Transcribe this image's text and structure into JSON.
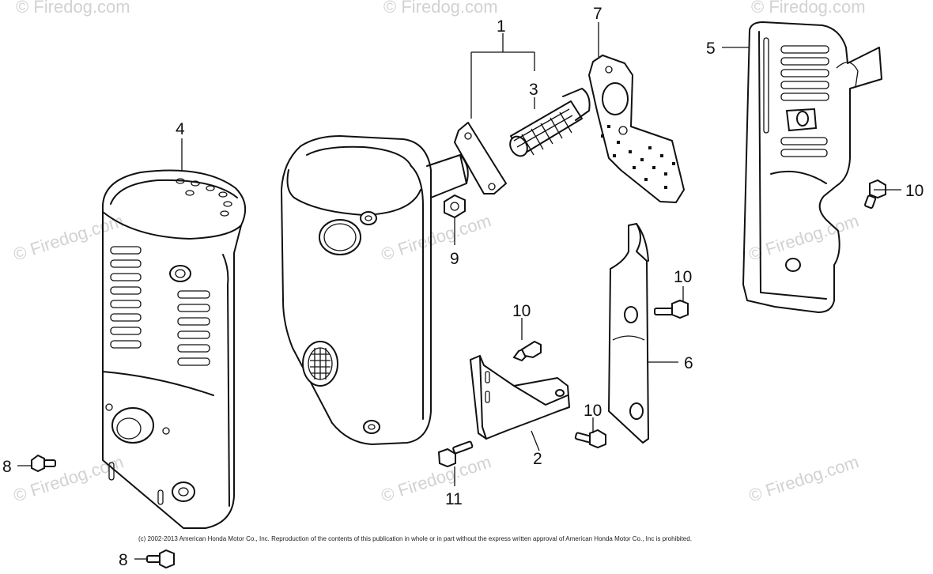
{
  "diagram": {
    "callouts": [
      {
        "id": "1",
        "label": "1"
      },
      {
        "id": "2",
        "label": "2"
      },
      {
        "id": "3",
        "label": "3"
      },
      {
        "id": "4",
        "label": "4"
      },
      {
        "id": "5",
        "label": "5"
      },
      {
        "id": "6",
        "label": "6"
      },
      {
        "id": "7",
        "label": "7"
      },
      {
        "id": "8a",
        "label": "8"
      },
      {
        "id": "8b",
        "label": "8"
      },
      {
        "id": "9",
        "label": "9"
      },
      {
        "id": "10a",
        "label": "10"
      },
      {
        "id": "10b",
        "label": "10"
      },
      {
        "id": "10c",
        "label": "10"
      },
      {
        "id": "10d",
        "label": "10"
      },
      {
        "id": "11",
        "label": "11"
      }
    ],
    "watermark": "© Firedog.com",
    "copyright": "(c) 2002-2013 American Honda Motor Co., Inc. Reproduction of the contents of this publication in whole or in part without the express written approval of American Honda Motor Co., Inc is prohibited."
  }
}
